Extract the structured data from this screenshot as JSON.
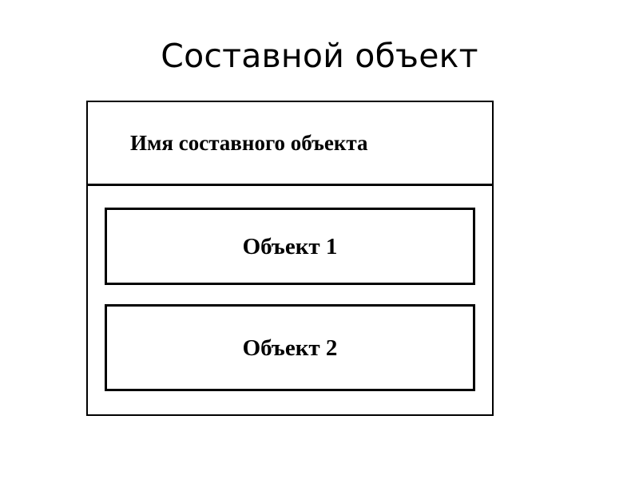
{
  "slide": {
    "title": "Составной объект",
    "background_color": "#ffffff",
    "line_color": "#000000",
    "text_color": "#000000"
  },
  "composite_object": {
    "name": "Имя составного объекта",
    "children": [
      {
        "label": "Объект 1"
      },
      {
        "label": "Объект 2"
      }
    ]
  }
}
